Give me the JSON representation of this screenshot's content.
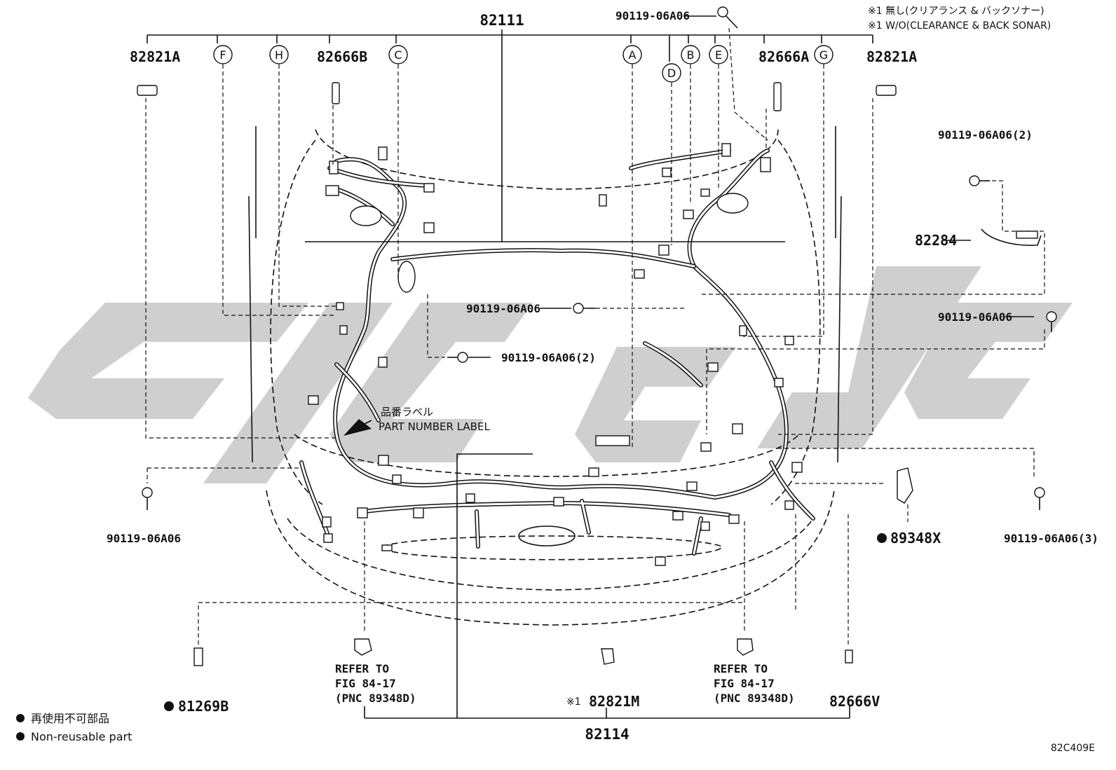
{
  "notes": {
    "line1": "※1 無し(クリアランス & バックソナー)",
    "line2": "※1 W/O(CLEARANCE & BACK SONAR)"
  },
  "parts": {
    "main_harness": "82111",
    "bolt_top": "90119-06A06",
    "clamp_left": "82821A",
    "clamp_right": "82821A",
    "clip_b_left": "82666B",
    "clip_a_right": "82666A",
    "bolt_2_top_right": "90119-06A06(2)",
    "wire_82284": "82284",
    "bolt_mid_center": "90119-06A06",
    "bolt_right_mid": "90119-06A06",
    "bolt_2_center": "90119-06A06(2)",
    "bolt_left_low": "90119-06A06",
    "sensor_89348x": "89348X",
    "bolt_3_right": "90119-06A06(3)",
    "part_81269b": "81269B",
    "clamp_82821m": "82821M",
    "clamp_82821m_prefix": "※1",
    "clip_82666v": "82666V",
    "sub_harness": "82114"
  },
  "letters": [
    "F",
    "H",
    "C",
    "A",
    "D",
    "B",
    "E",
    "G"
  ],
  "part_number_label": {
    "jp": "品番ラベル",
    "en": "PART NUMBER LABEL"
  },
  "refer_left": {
    "line1": "REFER TO",
    "line2": "FIG 84-17",
    "line3": "(PNC 89348D)"
  },
  "refer_right": {
    "line1": "REFER TO",
    "line2": "FIG 84-17",
    "line3": "(PNC 89348D)"
  },
  "legend": {
    "jp": "再使用不可部品",
    "en": "Non-reusable part"
  },
  "figure_code": "82C409E",
  "colors": {
    "line": "#111111",
    "watermark": "#cfcfcf",
    "background": "#ffffff"
  },
  "icons": [
    "bolt-icon",
    "clamp-icon",
    "clip-icon",
    "connector-icon",
    "grommet-icon",
    "bullet-icon"
  ]
}
